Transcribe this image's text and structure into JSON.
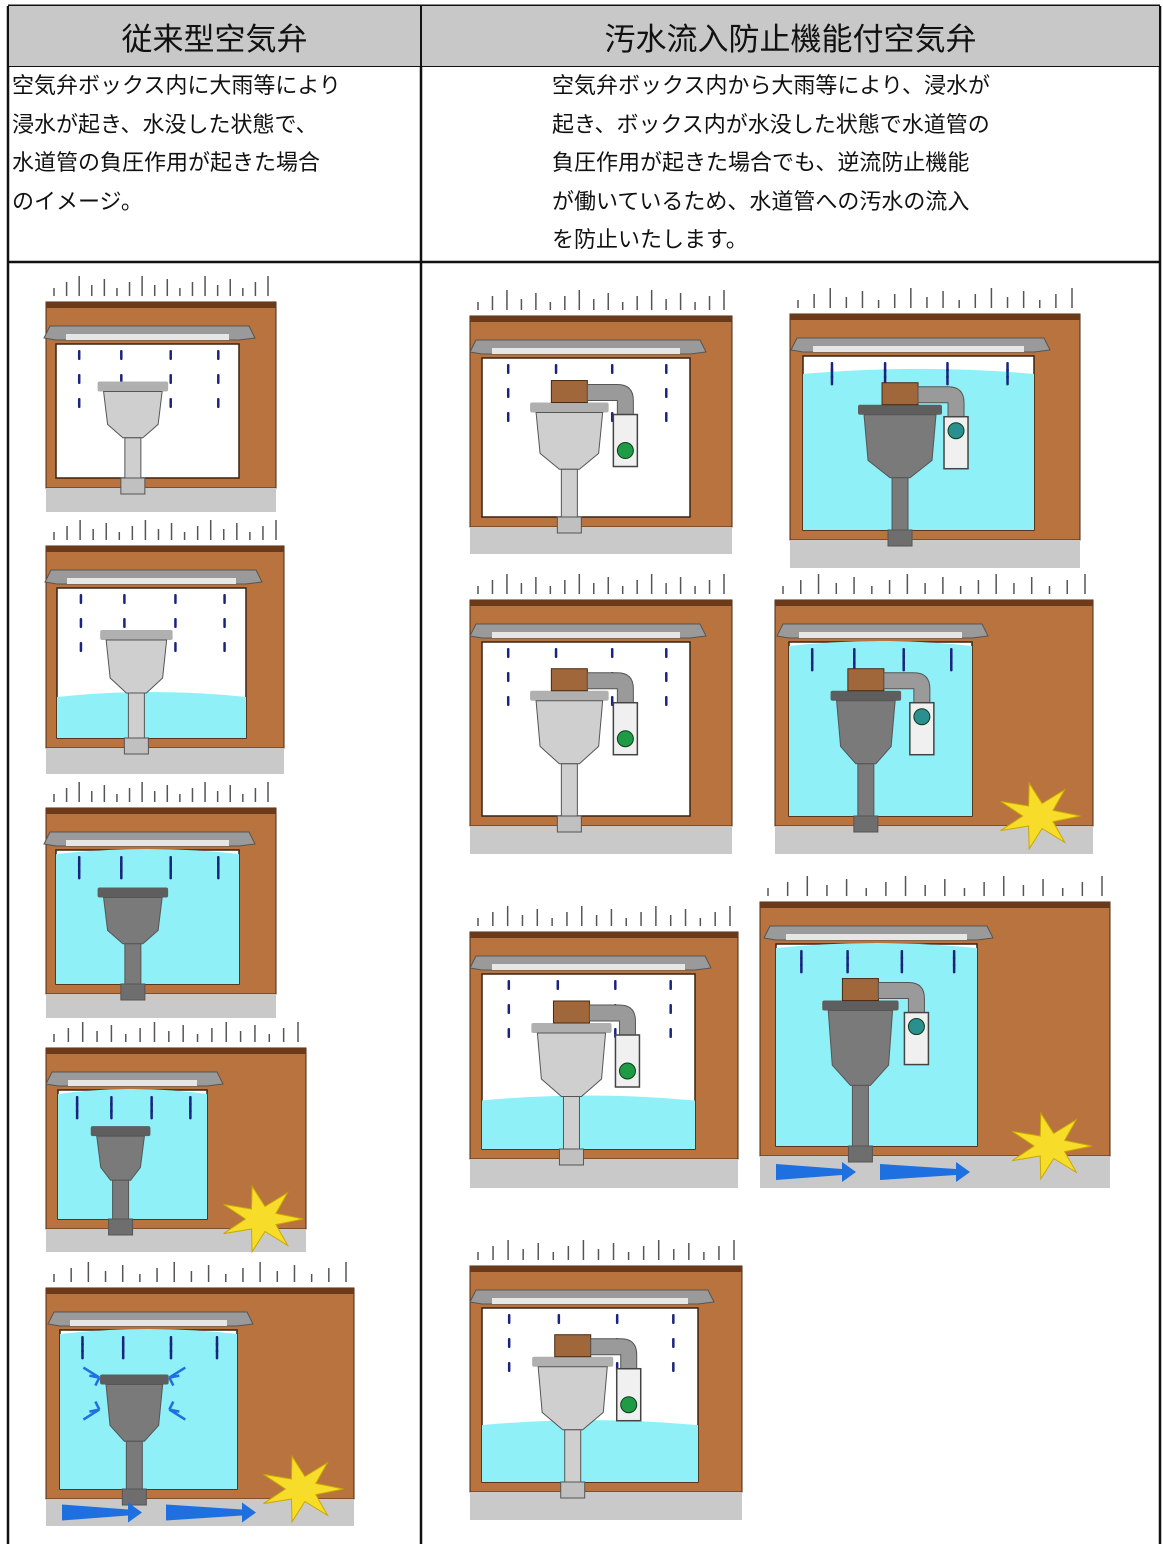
{
  "columns": [
    {
      "header": "従来型空気弁",
      "description": "空気弁ボックス内に大雨等により\n浸水が起き、水没した状態で、\n水道管の負圧作用が起きた場合\nのイメージ。"
    },
    {
      "header": "汚水流入防止機能付空気弁",
      "description": "空気弁ボックス内から大雨等により、浸水が\n起き、ボックス内が水没した状態で水道管の\n負圧作用が起きた場合でも、逆流防止機能\nが働いているため、水道管への汚水の流入\nを防止いたします。"
    }
  ],
  "colors": {
    "border": "#111111",
    "header_bg": "#c8c8c8",
    "soil": "#b8733f",
    "lid_dark": "#6b3a1a",
    "ground": "#c9c9c9",
    "water": "#8ff0f7",
    "valve_light": "#cfcfcf",
    "valve_dark": "#7a7a7a",
    "ball": "#1f9a45",
    "arrow": "#1e6fe0",
    "burst": "#f7dd2a",
    "drip": "#1a237e"
  },
  "illustrations": [
    {
      "name": "conventional-step-1",
      "valve": "conventional",
      "water_level": 0.0,
      "rain": true,
      "burst": false,
      "flow_arrows": false,
      "suction_arrows": false
    },
    {
      "name": "conventional-step-2",
      "valve": "conventional",
      "water_level": 0.3,
      "rain": true,
      "burst": false,
      "flow_arrows": false,
      "suction_arrows": false
    },
    {
      "name": "conventional-step-3",
      "valve": "conventional",
      "water_level": 1.0,
      "rain": true,
      "burst": false,
      "flow_arrows": false,
      "suction_arrows": false
    },
    {
      "name": "conventional-step-4",
      "valve": "conventional",
      "water_level": 1.0,
      "rain": true,
      "burst": true,
      "flow_arrows": false,
      "suction_arrows": false
    },
    {
      "name": "conventional-step-5",
      "valve": "conventional",
      "water_level": 1.0,
      "rain": true,
      "burst": true,
      "flow_arrows": true,
      "suction_arrows": true
    },
    {
      "name": "protected-step-1",
      "valve": "protected",
      "water_level": 0.0,
      "rain": true,
      "burst": false,
      "flow_arrows": false,
      "suction_arrows": false
    },
    {
      "name": "protected-step-2",
      "valve": "protected",
      "water_level": 0.0,
      "rain": true,
      "burst": false,
      "flow_arrows": false,
      "suction_arrows": false
    },
    {
      "name": "protected-step-3",
      "valve": "protected",
      "water_level": 0.3,
      "rain": true,
      "burst": false,
      "flow_arrows": false,
      "suction_arrows": false
    },
    {
      "name": "protected-step-4",
      "valve": "protected",
      "water_level": 0.35,
      "rain": true,
      "burst": false,
      "flow_arrows": false,
      "suction_arrows": false
    },
    {
      "name": "protected-step-5",
      "valve": "protected",
      "water_level": 0.92,
      "rain": true,
      "burst": false,
      "flow_arrows": false,
      "suction_arrows": false
    },
    {
      "name": "protected-step-6",
      "valve": "protected",
      "water_level": 1.0,
      "rain": true,
      "burst": true,
      "flow_arrows": false,
      "suction_arrows": false
    },
    {
      "name": "protected-step-7",
      "valve": "protected",
      "water_level": 1.0,
      "rain": true,
      "burst": true,
      "flow_arrows": true,
      "suction_arrows": false
    }
  ]
}
